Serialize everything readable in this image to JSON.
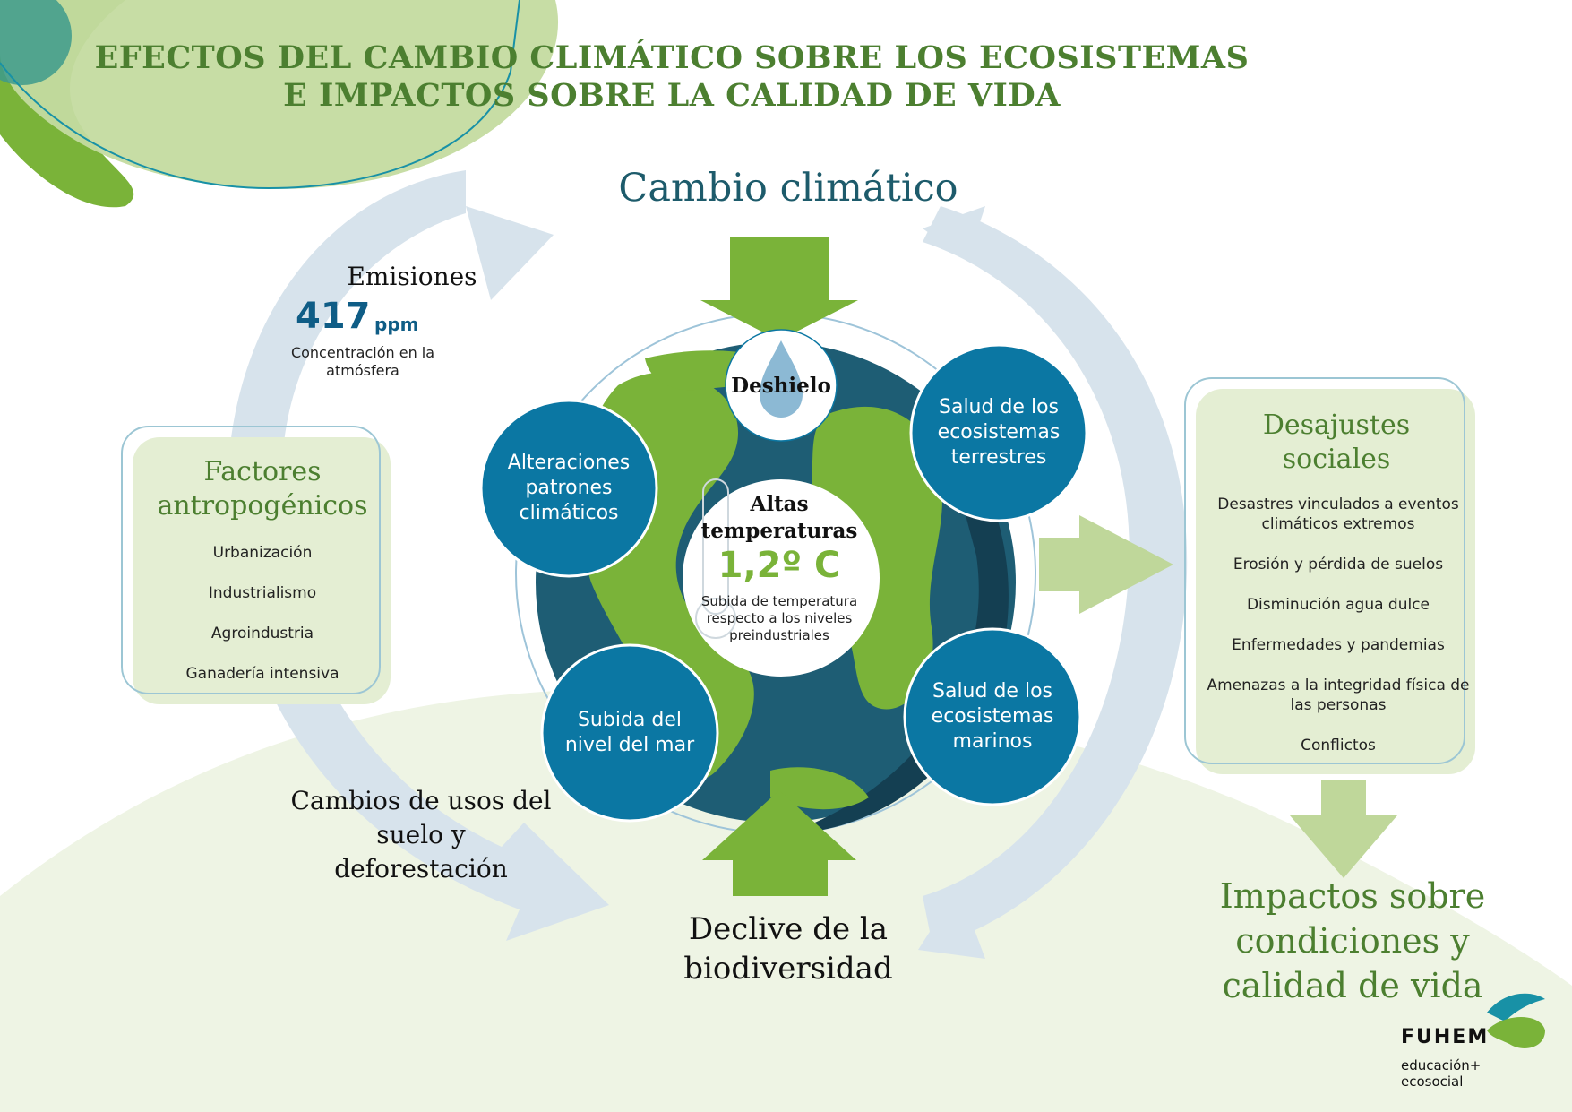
{
  "title": {
    "line1": "EFECTOS DEL CAMBIO CLIMÁTICO SOBRE LOS ECOSISTEMAS",
    "line2": "E IMPACTOS SOBRE LA CALIDAD DE VIDA"
  },
  "cambio_climatico": "Cambio climático",
  "emisiones": {
    "label": "Emisiones",
    "value": "417",
    "unit": "ppm",
    "note": "Concentración en la atmósfera"
  },
  "factores": {
    "title": "Factores antropogénicos",
    "items": [
      "Urbanización",
      "Industrialismo",
      "Agroindustria",
      "Ganadería intensiva"
    ]
  },
  "cambios_suelo": "Cambios de usos del suelo y deforestación",
  "deshielo": "Deshielo",
  "center": {
    "title": "Altas temperaturas",
    "value": "1,2º C",
    "note": "Subida de temperatura respecto a los niveles preindustriales"
  },
  "circles": {
    "alteraciones": "Alteraciones patrones climáticos",
    "terrestres": "Salud de los ecosistemas terrestres",
    "mar": "Subida del nivel del mar",
    "marinos": "Salud de los ecosistemas marinos"
  },
  "declive": "Declive de la biodiversidad",
  "desajustes": {
    "title": "Desajustes sociales",
    "items": [
      "Desastres vinculados a eventos climáticos extremos",
      "Erosión y pérdida de suelos",
      "Disminución agua dulce",
      "Enfermedades y pandemias",
      "Amenazas a la integridad física de las personas",
      "Conflictos"
    ]
  },
  "impactos": "Impactos sobre condiciones y calidad de vida",
  "logo": {
    "name": "FUHEM",
    "sub": "educación+ ecosocial"
  },
  "colors": {
    "title_green": "#4c7f30",
    "dark_teal": "#1d5b6b",
    "circle_blue": "#0b77a3",
    "light_green": "#bfd79a",
    "pale_green": "#e9f1dc",
    "arrow_blue": "#d7e3ec"
  }
}
